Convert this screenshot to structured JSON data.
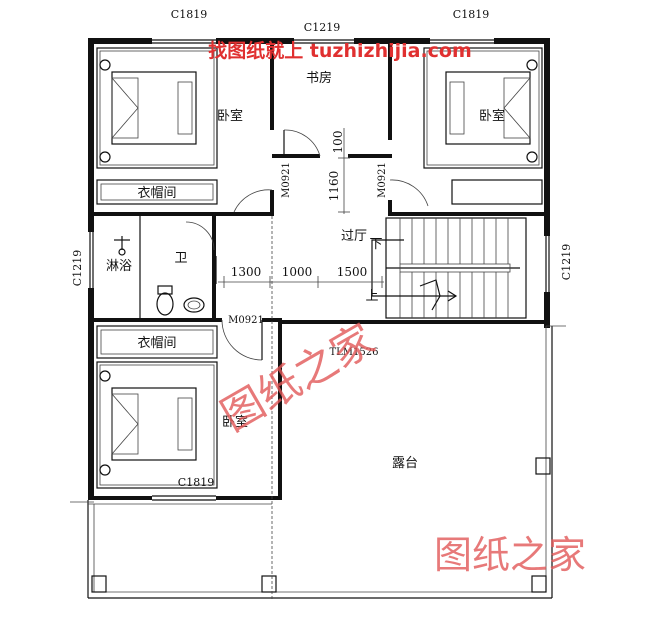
{
  "watermark": {
    "top": "找图纸就上 tuzhizhijia.com",
    "center": "图纸之家",
    "bottom": "图纸之家"
  },
  "windows": {
    "top_left": "C1819",
    "top_center": "C1219",
    "top_right": "C1819",
    "left": "C1219",
    "right": "C1219",
    "bottom_left": "C1819"
  },
  "doors": {
    "left_door": "M0921",
    "right_door": "M0921",
    "bath_door": "M0921",
    "terrace_door": "TLM1526"
  },
  "rooms": {
    "bedroom_top_left": "卧室",
    "study": "书房",
    "bedroom_top_right": "卧室",
    "closet_top": "衣帽间",
    "shower": "淋浴",
    "toilet": "卫",
    "hallway": "过厅",
    "closet_bottom": "衣帽间",
    "bedroom_bottom": "卧室",
    "terrace": "露台"
  },
  "stairs": {
    "down": "下",
    "up": "上"
  },
  "dimensions": {
    "d1300": "1300",
    "d1000": "1000",
    "d1500": "1500",
    "d1160": "1160",
    "d100": "100"
  }
}
